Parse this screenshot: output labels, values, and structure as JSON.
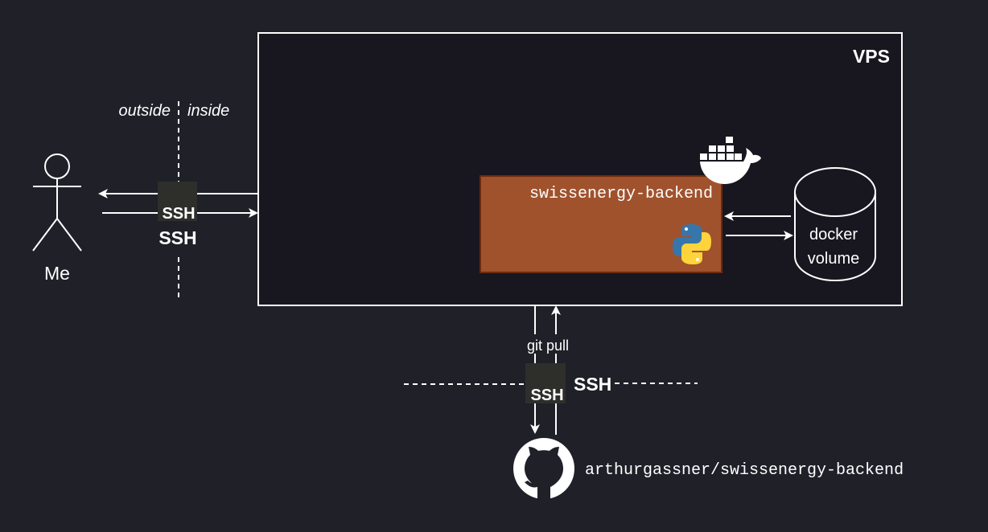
{
  "diagram": {
    "vps_label": "VPS",
    "container_label": "swissenergy-backend",
    "volume_label_line1": "docker",
    "volume_label_line2": "volume",
    "actor_label": "Me",
    "outside_label": "outside",
    "inside_label": "inside",
    "ssh_badge_text": "SSH",
    "ssh_label": "SSH",
    "git_pull_label": "git pull",
    "repo_label": "arthurgassner/swissenergy-backend"
  },
  "colors": {
    "background": "#1f2028",
    "vps_fill": "#18161f",
    "container_fill": "#a0522d",
    "container_border": "#6e2a0f",
    "ssh_badge": "#2e2f2b",
    "stroke": "#ffffff",
    "python_blue": "#3776ab",
    "python_yellow": "#ffd43b"
  },
  "icons": [
    "docker-icon",
    "python-icon",
    "github-icon",
    "person-icon"
  ]
}
